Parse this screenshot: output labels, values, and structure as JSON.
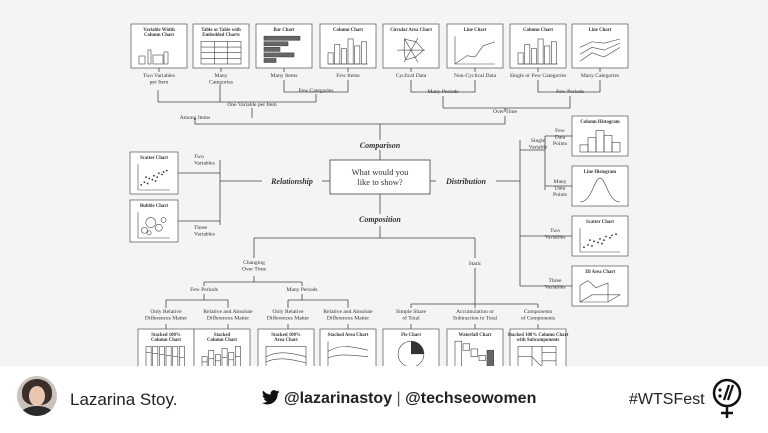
{
  "central_question": [
    "What would you",
    "like to show?"
  ],
  "branches": {
    "comparison": "Comparison",
    "relationship": "Relationship",
    "distribution": "Distribution",
    "composition": "Composition"
  },
  "comparison": {
    "charts": [
      {
        "title": [
          "Variable Width",
          "Column Chart"
        ],
        "icon": "variable-width-columns"
      },
      {
        "title": [
          "Table or Table with",
          "Embedded Charts"
        ],
        "icon": "table"
      },
      {
        "title": [
          "Bar Chart"
        ],
        "icon": "bar"
      },
      {
        "title": [
          "Column Chart"
        ],
        "icon": "column"
      },
      {
        "title": [
          "Circular Area Chart"
        ],
        "icon": "radar"
      },
      {
        "title": [
          "Line Chart"
        ],
        "icon": "line"
      },
      {
        "title": [
          "Column Chart"
        ],
        "icon": "column"
      },
      {
        "title": [
          "Line Chart"
        ],
        "icon": "multi-line"
      }
    ],
    "leaf_labels": [
      [
        "Two Variables",
        "per Item"
      ],
      [
        "Many",
        "Categories"
      ],
      [
        "Many Items"
      ],
      [
        "Few Items"
      ],
      [
        "Cyclical Data"
      ],
      [
        "Non-Cyclical Data"
      ],
      [
        "Single or Few Categories"
      ],
      [
        "Many Categories"
      ]
    ],
    "mid_labels": {
      "few_categories": "Few Categories",
      "one_variable": "One Variable per Item",
      "many_periods": "Many Periods",
      "few_periods": "Few Periods"
    },
    "top_labels": {
      "among_items": "Among Items",
      "over_time": "Over Time"
    }
  },
  "relationship": {
    "charts": [
      {
        "title": [
          "Scatter Chart"
        ],
        "icon": "scatter",
        "label": [
          "Two",
          "Variables"
        ]
      },
      {
        "title": [
          "Bubble Chart"
        ],
        "icon": "bubble",
        "label": [
          "Three",
          "Variables"
        ]
      }
    ]
  },
  "distribution": {
    "single_variable": [
      "Single",
      "Variable"
    ],
    "charts": [
      {
        "title": [
          "Column Histogram"
        ],
        "icon": "histogram",
        "label": [
          "Few",
          "Data",
          "Points"
        ]
      },
      {
        "title": [
          "Line Histogram"
        ],
        "icon": "line-histogram",
        "label": [
          "Many",
          "Data",
          "Points"
        ]
      },
      {
        "title": [
          "Scatter Chart"
        ],
        "icon": "scatter",
        "label": [
          "Two",
          "Variables"
        ]
      },
      {
        "title": [
          "3D Area Chart"
        ],
        "icon": "area-3d",
        "label": [
          "Three",
          "Variables"
        ]
      }
    ]
  },
  "composition": {
    "changing": [
      "Changing",
      "Over Time"
    ],
    "static": "Static",
    "few_periods": "Few Periods",
    "many_periods": "Many Periods",
    "leaf_labels": [
      [
        "Only Relative",
        "Differences Matter"
      ],
      [
        "Relative and Absolute",
        "Differences Matter"
      ],
      [
        "Only Relative",
        "Differences Matter"
      ],
      [
        "Relative and Absolute",
        "Differences Matter"
      ],
      [
        "Simple Share",
        "of Total"
      ],
      [
        "Accumulation or",
        "Subtraction to Total"
      ],
      [
        "Components",
        "of Components"
      ]
    ],
    "charts": [
      {
        "title": [
          "Stacked 100%",
          "Column Chart"
        ],
        "icon": "stacked100-column"
      },
      {
        "title": [
          "Stacked",
          "Column Chart"
        ],
        "icon": "stacked-column"
      },
      {
        "title": [
          "Stacked 100%",
          "Area Chart"
        ],
        "icon": "stacked100-area"
      },
      {
        "title": [
          "Stacked Area Chart"
        ],
        "icon": "stacked-area"
      },
      {
        "title": [
          "Pie Chart"
        ],
        "icon": "pie"
      },
      {
        "title": [
          "Waterfall Chart"
        ],
        "icon": "waterfall"
      },
      {
        "title": [
          "Stacked 100% Column Chart",
          "with Subcomponents"
        ],
        "icon": "subcomponents"
      }
    ]
  },
  "footer": {
    "name": "Lazarina Stoy.",
    "handle1": "@lazarinastoy",
    "separator": "|",
    "handle2": "@techseowomen",
    "hashtag": "#WTSFest"
  },
  "colors": {
    "line": "#444444",
    "box_fill": "#ffffff",
    "text": "#333333",
    "background": "#f4f4f4"
  }
}
